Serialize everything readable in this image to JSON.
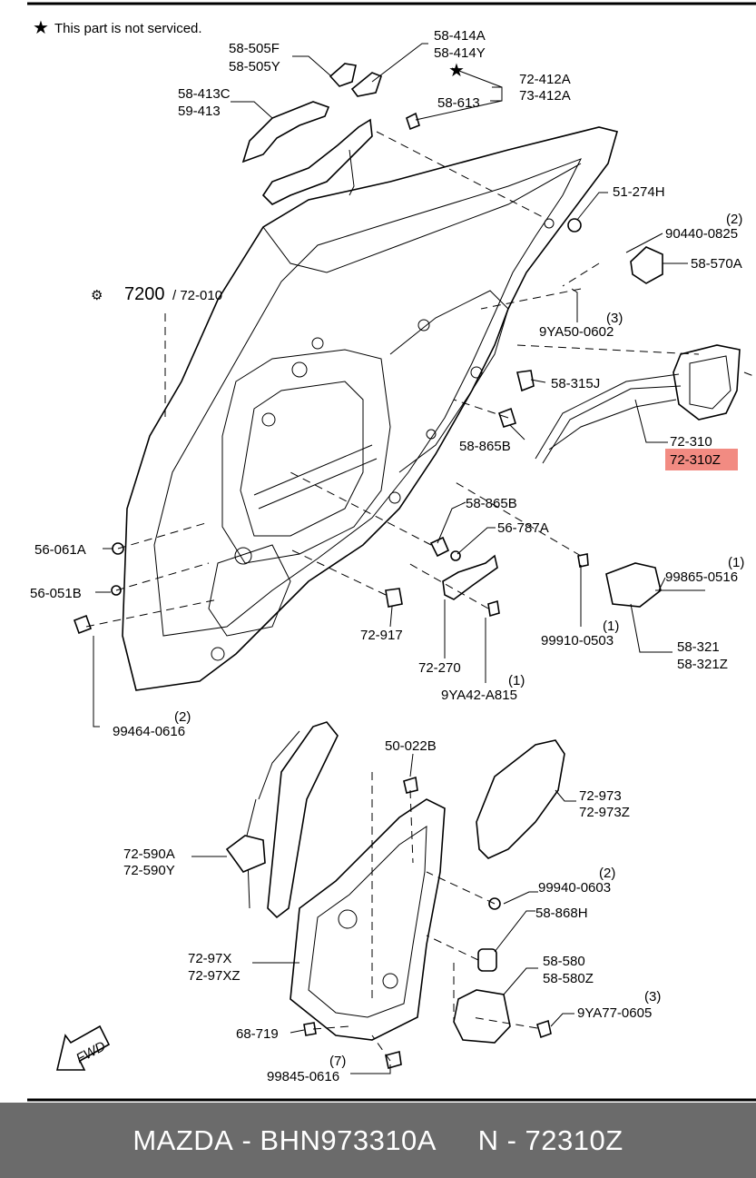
{
  "note": {
    "star": "★",
    "text": "This part is not serviced."
  },
  "labels": {
    "l58505f": "58-505F",
    "l58505y": "58-505Y",
    "l58414a": "58-414A",
    "l58414y": "58-414Y",
    "l72412a": "72-412A",
    "l73412a": "73-412A",
    "l58613": "58-613",
    "l58413c": "58-413C",
    "l59413": "59-413",
    "l51274h": "51-274H",
    "l90440": "90440-0825",
    "q90440": "(2)",
    "l58570a": "58-570A",
    "l7200": "7200",
    "l72010": "/ 72-010",
    "l9ya50": "9YA50-0602",
    "q9ya50": "(3)",
    "l58315j": "58-315J",
    "l72310": "72-310",
    "l72310z": "72-310Z",
    "l58865b_1": "58-865B",
    "l58865b_2": "58-865B",
    "l56787a": "56-787A",
    "l56061a": "56-061A",
    "l56051b": "56-051B",
    "l99865": "99865-0516",
    "q99865": "(1)",
    "l99910": "99910-0503",
    "q99910": "(1)",
    "l58321": "58-321",
    "l58321z": "58-321Z",
    "l72917": "72-917",
    "l72270": "72-270",
    "l9ya42": "9YA42-A815",
    "q9ya42": "(1)",
    "l99464": "99464-0616",
    "q99464": "(2)",
    "l50022b": "50-022B",
    "l72973": "72-973",
    "l72973z": "72-973Z",
    "l72590a": "72-590A",
    "l72590y": "72-590Y",
    "l99940": "99940-0603",
    "q99940": "(2)",
    "l58868h": "58-868H",
    "l7297x": "72-97X",
    "l7297xz": "72-97XZ",
    "l58580": "58-580",
    "l58580z": "58-580Z",
    "l9ya77": "9YA77-0605",
    "q9ya77": "(3)",
    "l68719": "68-719",
    "l99845": "99845-0616",
    "q99845": "(7)",
    "fwd": "FWD"
  },
  "highlight": {
    "part": "72-310Z",
    "color": "#f28b82"
  },
  "footer": {
    "brand": "MAZDA",
    "sep1": " - ",
    "part_number": "BHN973310A",
    "gap": "     ",
    "prefix": "N",
    "sep2": " - ",
    "code": "72310Z"
  }
}
